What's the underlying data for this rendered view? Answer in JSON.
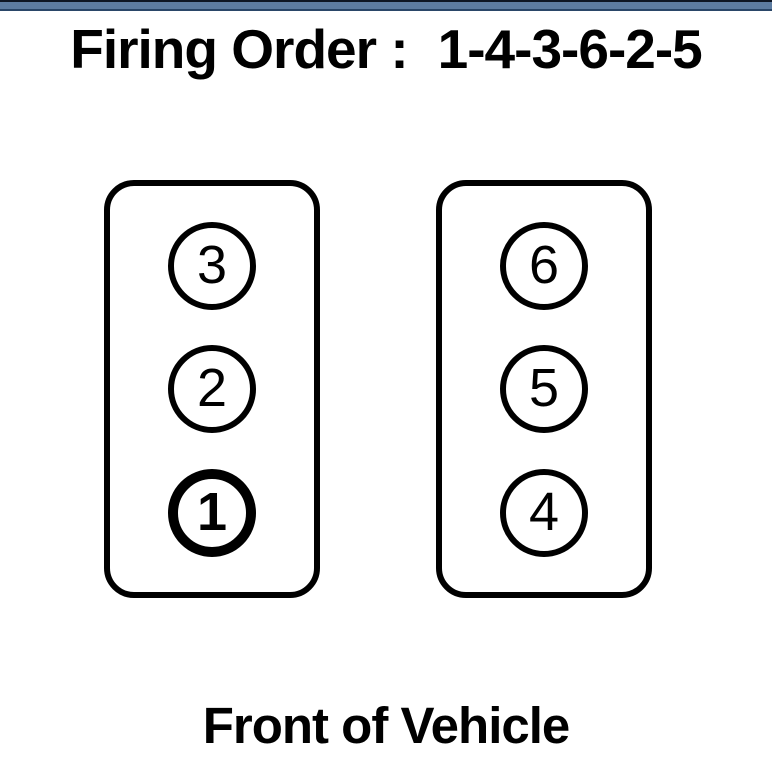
{
  "page": {
    "title_label": "Firing Order :",
    "firing_order": "1-4-3-6-2-5",
    "footer_label": "Front of Vehicle"
  },
  "banks": [
    {
      "name": "left-bank",
      "cylinders": [
        {
          "number": "3",
          "bold": false
        },
        {
          "number": "2",
          "bold": false
        },
        {
          "number": "1",
          "bold": true
        }
      ]
    },
    {
      "name": "right-bank",
      "cylinders": [
        {
          "number": "6",
          "bold": false
        },
        {
          "number": "5",
          "bold": false
        },
        {
          "number": "4",
          "bold": false
        }
      ]
    }
  ],
  "colors": {
    "background": "#ffffff",
    "ink": "#000000",
    "top_bar": "#5d7ca1",
    "top_bar_edge_top": "#0e1624",
    "top_bar_edge_bottom": "#2a4668"
  }
}
